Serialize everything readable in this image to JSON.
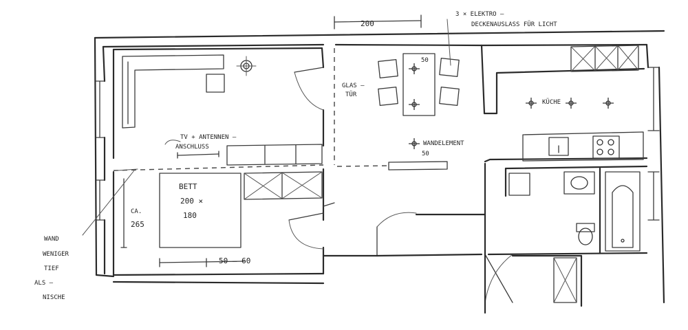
{
  "labels": {
    "dim_top": "200",
    "elektro_line1": "3 × ELEKTRO –",
    "elektro_line2": "DECKENAUSLASS FÜR LICHT",
    "dim_50_top": "50",
    "glastuer_line1": "GLAS –",
    "glastuer_line2": "TÜR",
    "kueche": "KÜCHE",
    "wandelement": "WANDELEMENT",
    "dim_50_mid": "50",
    "tv_line1": "TV + ANTENNEN –",
    "tv_line2": "ANSCHLUSS",
    "bett_line1": "BETT",
    "bett_line2": "200 ×",
    "bett_line3": "180",
    "ca_line1": "CA.",
    "ca_line2": "265",
    "dim_50_60": "50 – 60",
    "note_line1": "WAND",
    "note_line2": "WENIGER",
    "note_line3": "TIEF",
    "note_line4": "ALS –",
    "note_line5": "NISCHE"
  }
}
